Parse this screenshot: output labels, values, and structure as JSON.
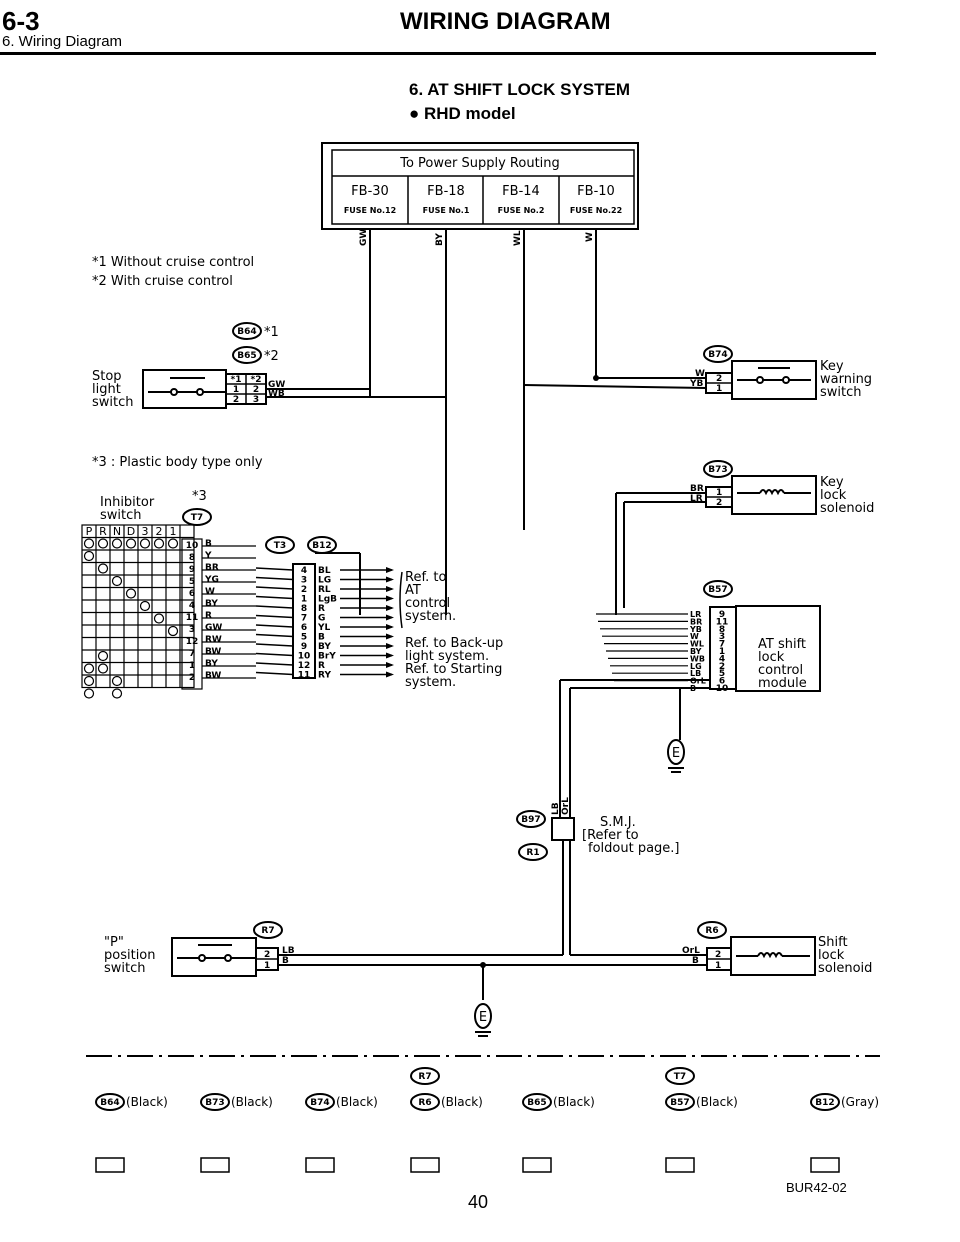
{
  "header": {
    "section_number": "6-3",
    "section_sub": "6. Wiring Diagram",
    "title": "WIRING DIAGRAM"
  },
  "diagram": {
    "title": "6. AT SHIFT LOCK SYSTEM",
    "subtitle": "● RHD model",
    "power_box": {
      "title": "To Power Supply Routing",
      "fuses": [
        {
          "block": "FB-30",
          "fuse": "FUSE No.12",
          "wire": "GW"
        },
        {
          "block": "FB-18",
          "fuse": "FUSE No.1",
          "wire": "BY"
        },
        {
          "block": "FB-14",
          "fuse": "FUSE No.2",
          "wire": "WL"
        },
        {
          "block": "FB-10",
          "fuse": "FUSE No.22",
          "wire": "W"
        }
      ]
    },
    "notes": {
      "n1": "*1 Without cruise control",
      "n2": "*2 With cruise control",
      "n3": "*3 : Plastic body type only"
    },
    "stop_light": {
      "label1": "Stop",
      "label2": "light",
      "label3": "switch",
      "conn1": "B64",
      "conn1_mark": "*1",
      "conn2": "B65",
      "conn2_mark": "*2",
      "hdr1": "*1",
      "hdr2": "*2",
      "r1a": "1",
      "r1b": "2",
      "r2a": "2",
      "r2b": "3",
      "w1": "GW",
      "w2": "WB"
    },
    "key_warning": {
      "label1": "Key",
      "label2": "warning",
      "label3": "switch",
      "conn": "B74",
      "w1": "W",
      "w2": "YB",
      "p1": "2",
      "p2": "1"
    },
    "key_lock": {
      "label1": "Key",
      "label2": "lock",
      "label3": "solenoid",
      "conn": "B73",
      "w1": "BR",
      "w2": "LR",
      "p1": "1",
      "p2": "2"
    },
    "inhibitor": {
      "label1": "Inhibitor",
      "label2": "switch",
      "mark": "*3",
      "conn": "T7",
      "positions": [
        "P",
        "R",
        "N",
        "D",
        "3",
        "2",
        "1"
      ],
      "pins": [
        "10",
        "8",
        "9",
        "5",
        "6",
        "4",
        "11",
        "3",
        "12",
        "7",
        "1",
        "2"
      ],
      "wires": [
        "B",
        "Y",
        "BR",
        "YG",
        "W",
        "BY",
        "R",
        "GW",
        "RW",
        "BW",
        "BY",
        "BW"
      ]
    },
    "t3b12": {
      "conn1": "T3",
      "conn2": "B12",
      "pins": [
        "4",
        "3",
        "2",
        "1",
        "8",
        "7",
        "6",
        "5",
        "9",
        "10",
        "12",
        "11"
      ],
      "wires": [
        "BL",
        "LG",
        "RL",
        "LgB",
        "R",
        "G",
        "YL",
        "B",
        "BY",
        "BrY",
        "R",
        "RY"
      ]
    },
    "refs": {
      "r1": "Ref. to",
      "r2": "AT",
      "r3": "control",
      "r4": "system.",
      "r5": "Ref. to Back-up",
      "r6": "light system.",
      "r7": "Ref. to Starting",
      "r8": "system."
    },
    "module": {
      "label1": "AT shift",
      "label2": "lock",
      "label3": "control",
      "label4": "module",
      "conn": "B57",
      "pins": [
        "9",
        "11",
        "8",
        "3",
        "7",
        "1",
        "4",
        "2",
        "5",
        "6",
        "10"
      ],
      "wires": [
        "LR",
        "BR",
        "YB",
        "W",
        "WL",
        "BY",
        "WB",
        "LG",
        "LB",
        "OrL",
        "B"
      ]
    },
    "ground_e": "E",
    "smj": {
      "conn1": "B97",
      "conn2": "R1",
      "w1": "LB",
      "w2": "OrL",
      "label1": "S.M.J.",
      "label2": "[Refer to",
      "label3": "foldout page.]"
    },
    "p_switch": {
      "label1": "\"P\"",
      "label2": "position",
      "label3": "switch",
      "conn": "R7",
      "p1": "2",
      "p2": "1",
      "w1": "LB",
      "w2": "B"
    },
    "shift_solenoid": {
      "label1": "Shift",
      "label2": "lock",
      "label3": "solenoid",
      "conn": "R6",
      "p1": "2",
      "p2": "1",
      "w1": "OrL",
      "w2": "B"
    },
    "legend": [
      {
        "conn": "B64",
        "color": "(Black)"
      },
      {
        "conn": "B73",
        "color": "(Black)"
      },
      {
        "conn": "B74",
        "color": "(Black)"
      },
      {
        "conn": "R6",
        "color": "(Black)",
        "alt": "R7"
      },
      {
        "conn": "B65",
        "color": "(Black)"
      },
      {
        "conn": "B57",
        "color": "(Black)",
        "alt": "T7"
      },
      {
        "conn": "B12",
        "color": "(Gray)"
      }
    ]
  },
  "footer": {
    "page_number": "40",
    "figure_code": "BUR42-02"
  }
}
